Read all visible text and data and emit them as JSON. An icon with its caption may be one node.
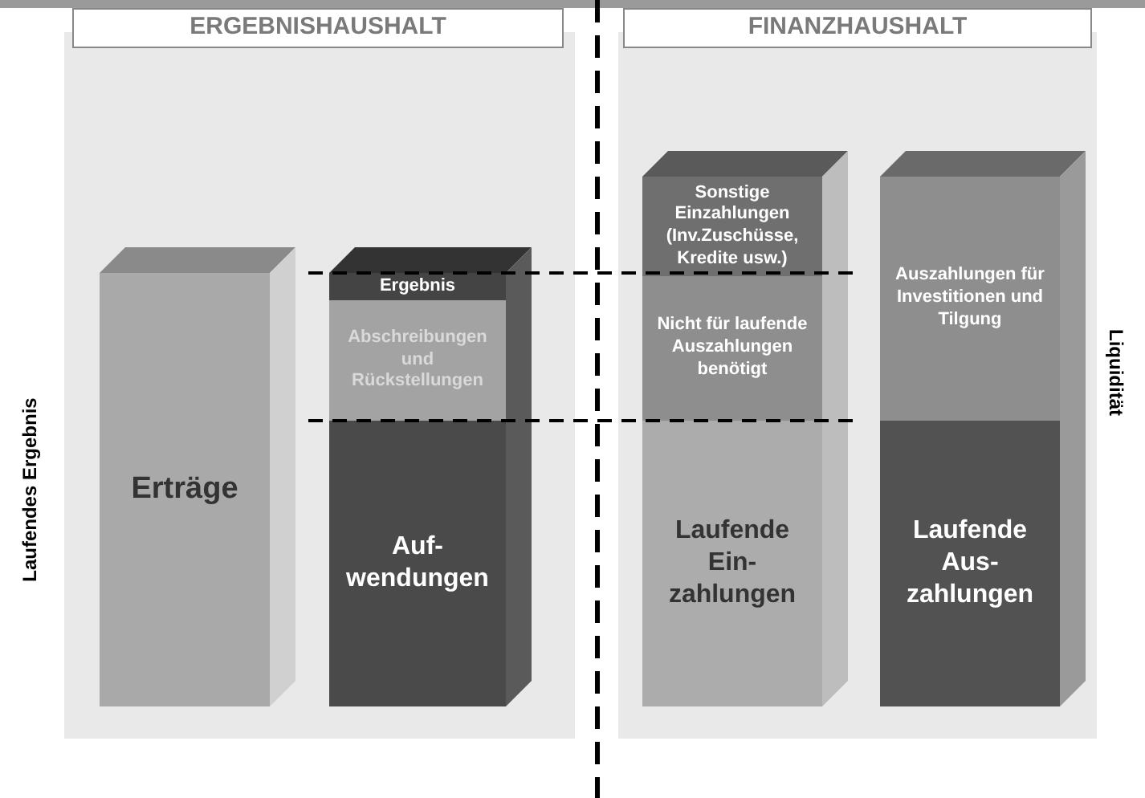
{
  "diagram": {
    "nodes": [
      {
        "text": [
          "ERGEBNISHAUSHALT"
        ]
      },
      {
        "text": [
          "FINANZHAUSHALT"
        ]
      },
      {
        "text": [
          "Erträge"
        ]
      },
      {
        "text": [
          "Ergebnis"
        ]
      },
      {
        "text": [
          "Abschreibungen und Rückstellungen"
        ]
      },
      {
        "text": [
          "Auf- wendungen"
        ]
      },
      {
        "text": [
          "Sonstige Einzahlungen (Inv.Zuschüsse, Kredite usw.)"
        ]
      },
      {
        "text": [
          "Nicht für laufende Auszahlungen benötigt"
        ]
      },
      {
        "text": [
          "Laufende Ein- zahlungen"
        ]
      },
      {
        "text": [
          "Auszahlungen für Investitionen und Tilgung"
        ]
      },
      {
        "text": [
          "Laufende Aus- zahlungen"
        ]
      }
    ],
    "labels": [
      "Laufendes Ergebnis",
      "Liquidität"
    ]
  }
}
